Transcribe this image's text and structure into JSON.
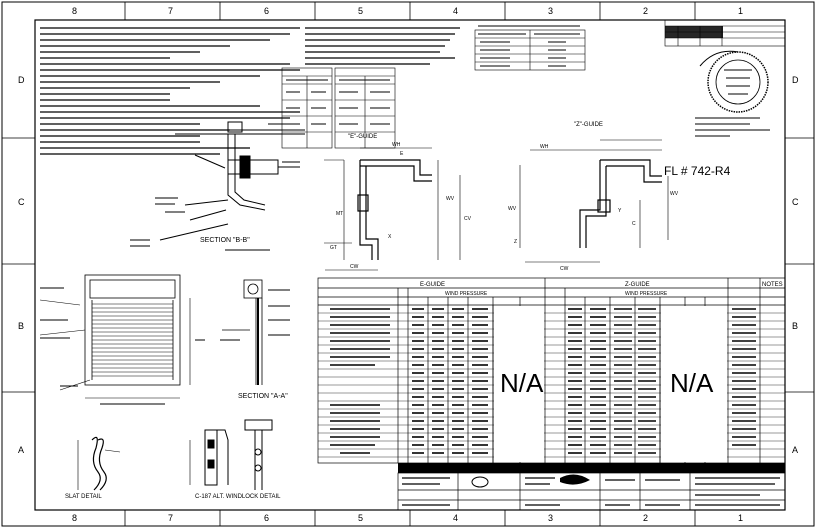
{
  "zones_top": [
    "8",
    "7",
    "6",
    "5",
    "4",
    "3",
    "2",
    "1"
  ],
  "zones_side": [
    "D",
    "C",
    "B",
    "A"
  ],
  "fl_number": "FL # 742-R4",
  "e_guide_title": "\"E\"-GUIDE",
  "z_guide_title": "\"Z\"-GUIDE",
  "section_b_title": "SECTION \"B-B\"",
  "section_a_title": "SECTION \"A-A\"",
  "slat_detail_title": "SLAT DETAIL",
  "windlock_title": "C-187 ALT. WINDLOCK DETAIL",
  "table": {
    "e_guide_header": "E-GUIDE",
    "z_guide_header": "Z-GUIDE",
    "wind_pressure_left": "WIND PRESSURE",
    "wind_pressure_right": "WIND PRESSURE",
    "notes_header": "NOTES",
    "na_left": "N/A",
    "na_right": "N/A"
  },
  "dims": {
    "wh": "WH",
    "wv": "WV",
    "cv": "CV",
    "cw": "CW",
    "mt": "MT",
    "gt": "GT",
    "e": "E",
    "x": "X",
    "z": "Z",
    "y": "Y",
    "c": "C"
  }
}
